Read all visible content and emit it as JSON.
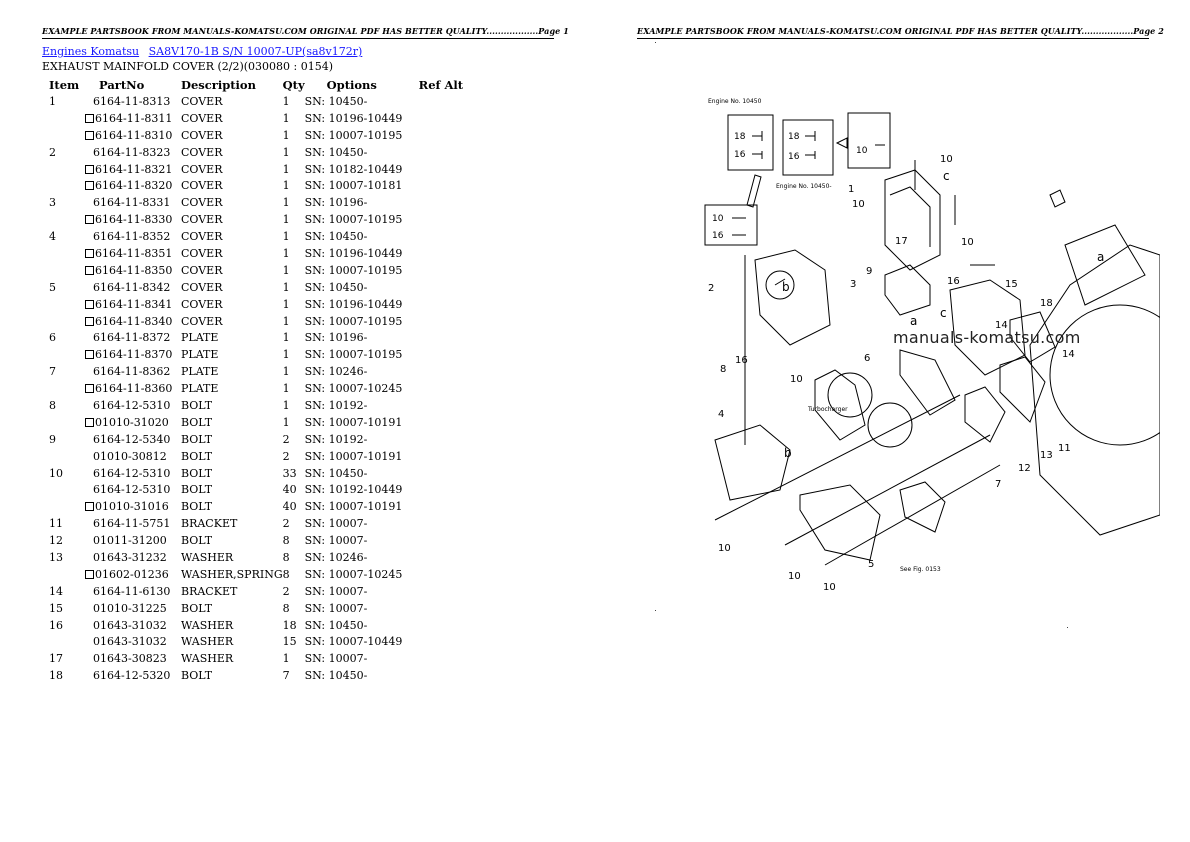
{
  "header": {
    "page1": "EXAMPLE PARTSBOOK FROM MANUALS-KOMATSU.COM ORIGINAL PDF HAS BETTER QUALITY..................Page 1",
    "page2": "EXAMPLE PARTSBOOK FROM MANUALS-KOMATSU.COM ORIGINAL PDF HAS BETTER QUALITY..................Page 2"
  },
  "breadcrumb": {
    "link1": "Engines Komatsu",
    "link2": "SA8V170-1B S/N 10007-UP(sa8v172r)"
  },
  "subtitle": "EXHAUST MAINFOLD COVER (2/2)(030080 : 0154)",
  "table": {
    "headers": [
      "Item",
      "PartNo",
      "Description",
      "Qty",
      "Options",
      "Ref Alt"
    ],
    "rows": [
      {
        "item": "1",
        "alt": false,
        "part": "6164-11-8313",
        "desc": "COVER",
        "qty": "1",
        "opt": "SN: 10450-"
      },
      {
        "item": "",
        "alt": true,
        "part": "6164-11-8311",
        "desc": "COVER",
        "qty": "1",
        "opt": "SN: 10196-10449"
      },
      {
        "item": "",
        "alt": true,
        "part": "6164-11-8310",
        "desc": "COVER",
        "qty": "1",
        "opt": "SN: 10007-10195"
      },
      {
        "item": "2",
        "alt": false,
        "part": "6164-11-8323",
        "desc": "COVER",
        "qty": "1",
        "opt": "SN: 10450-"
      },
      {
        "item": "",
        "alt": true,
        "part": "6164-11-8321",
        "desc": "COVER",
        "qty": "1",
        "opt": "SN: 10182-10449"
      },
      {
        "item": "",
        "alt": true,
        "part": "6164-11-8320",
        "desc": "COVER",
        "qty": "1",
        "opt": "SN: 10007-10181"
      },
      {
        "item": "3",
        "alt": false,
        "part": "6164-11-8331",
        "desc": "COVER",
        "qty": "1",
        "opt": "SN: 10196-"
      },
      {
        "item": "",
        "alt": true,
        "part": "6164-11-8330",
        "desc": "COVER",
        "qty": "1",
        "opt": "SN: 10007-10195"
      },
      {
        "item": "4",
        "alt": false,
        "part": "6164-11-8352",
        "desc": "COVER",
        "qty": "1",
        "opt": "SN: 10450-"
      },
      {
        "item": "",
        "alt": true,
        "part": "6164-11-8351",
        "desc": "COVER",
        "qty": "1",
        "opt": "SN: 10196-10449"
      },
      {
        "item": "",
        "alt": true,
        "part": "6164-11-8350",
        "desc": "COVER",
        "qty": "1",
        "opt": "SN: 10007-10195"
      },
      {
        "item": "5",
        "alt": false,
        "part": "6164-11-8342",
        "desc": "COVER",
        "qty": "1",
        "opt": "SN: 10450-"
      },
      {
        "item": "",
        "alt": true,
        "part": "6164-11-8341",
        "desc": "COVER",
        "qty": "1",
        "opt": "SN: 10196-10449"
      },
      {
        "item": "",
        "alt": true,
        "part": "6164-11-8340",
        "desc": "COVER",
        "qty": "1",
        "opt": "SN: 10007-10195"
      },
      {
        "item": "6",
        "alt": false,
        "part": "6164-11-8372",
        "desc": "PLATE",
        "qty": "1",
        "opt": "SN: 10196-"
      },
      {
        "item": "",
        "alt": true,
        "part": "6164-11-8370",
        "desc": "PLATE",
        "qty": "1",
        "opt": "SN: 10007-10195"
      },
      {
        "item": "7",
        "alt": false,
        "part": "6164-11-8362",
        "desc": "PLATE",
        "qty": "1",
        "opt": "SN: 10246-"
      },
      {
        "item": "",
        "alt": true,
        "part": "6164-11-8360",
        "desc": "PLATE",
        "qty": "1",
        "opt": "SN: 10007-10245"
      },
      {
        "item": "8",
        "alt": false,
        "part": "6164-12-5310",
        "desc": "BOLT",
        "qty": "1",
        "opt": "SN: 10192-"
      },
      {
        "item": "",
        "alt": true,
        "part": "01010-31020",
        "desc": "BOLT",
        "qty": "1",
        "opt": "SN: 10007-10191"
      },
      {
        "item": "9",
        "alt": false,
        "part": "6164-12-5340",
        "desc": "BOLT",
        "qty": "2",
        "opt": "SN: 10192-"
      },
      {
        "item": "",
        "alt": false,
        "part": "01010-30812",
        "desc": "BOLT",
        "qty": "2",
        "opt": "SN: 10007-10191"
      },
      {
        "item": "10",
        "alt": false,
        "part": "6164-12-5310",
        "desc": "BOLT",
        "qty": "33",
        "opt": "SN: 10450-"
      },
      {
        "item": "",
        "alt": false,
        "part": "6164-12-5310",
        "desc": "BOLT",
        "qty": "40",
        "opt": "SN: 10192-10449"
      },
      {
        "item": "",
        "alt": true,
        "part": "01010-31016",
        "desc": "BOLT",
        "qty": "40",
        "opt": "SN: 10007-10191"
      },
      {
        "item": "11",
        "alt": false,
        "part": "6164-11-5751",
        "desc": "BRACKET",
        "qty": "2",
        "opt": "SN: 10007-"
      },
      {
        "item": "12",
        "alt": false,
        "part": "01011-31200",
        "desc": "BOLT",
        "qty": "8",
        "opt": "SN: 10007-"
      },
      {
        "item": "13",
        "alt": false,
        "part": "01643-31232",
        "desc": "WASHER",
        "qty": "8",
        "opt": "SN: 10246-"
      },
      {
        "item": "",
        "alt": true,
        "part": "01602-01236",
        "desc": "WASHER,SPRING",
        "qty": "8",
        "opt": "SN: 10007-10245"
      },
      {
        "item": "14",
        "alt": false,
        "part": "6164-11-6130",
        "desc": "BRACKET",
        "qty": "2",
        "opt": "SN: 10007-"
      },
      {
        "item": "15",
        "alt": false,
        "part": "01010-31225",
        "desc": "BOLT",
        "qty": "8",
        "opt": "SN: 10007-"
      },
      {
        "item": "16",
        "alt": false,
        "part": "01643-31032",
        "desc": "WASHER",
        "qty": "18",
        "opt": "SN: 10450-"
      },
      {
        "item": "",
        "alt": false,
        "part": "01643-31032",
        "desc": "WASHER",
        "qty": "15",
        "opt": "SN: 10007-10449"
      },
      {
        "item": "17",
        "alt": false,
        "part": "01643-30823",
        "desc": "WASHER",
        "qty": "1",
        "opt": "SN: 10007-"
      },
      {
        "item": "18",
        "alt": false,
        "part": "6164-12-5320",
        "desc": "BOLT",
        "qty": "7",
        "opt": "SN: 10450-"
      }
    ]
  },
  "diagram": {
    "watermark": "manuals-komatsu.com",
    "engine_no_1": "Engine No. 10450",
    "engine_no_2": "Engine No. 10450-",
    "turbo_label": "Turbocharger",
    "see_fig": "See Fig. 0153",
    "callouts": [
      "1",
      "2",
      "3",
      "4",
      "5",
      "6",
      "7",
      "8",
      "9",
      "10",
      "11",
      "12",
      "13",
      "14",
      "15",
      "16",
      "17",
      "18",
      "a",
      "b",
      "c"
    ]
  },
  "colors": {
    "link": "#1a1aff",
    "ink": "#000000"
  }
}
